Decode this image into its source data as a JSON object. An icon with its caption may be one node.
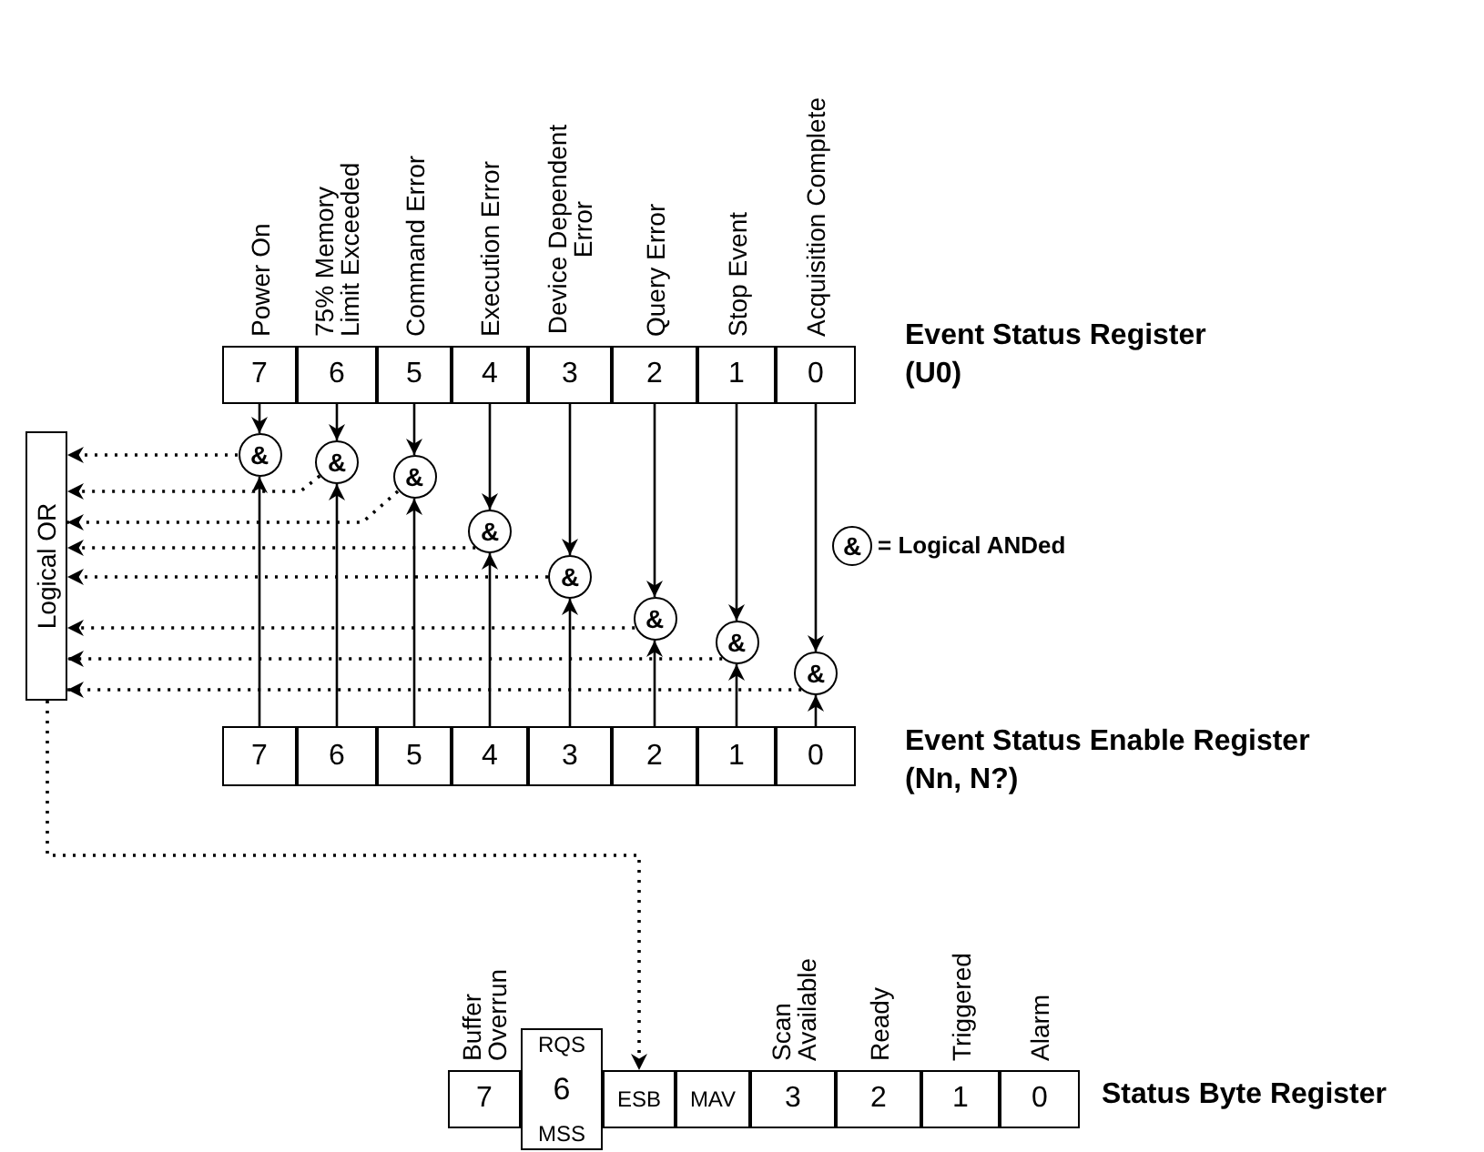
{
  "diagram": {
    "nodes": [
      {
        "text": [
          "7"
        ],
        "beside": [
          "Power On"
        ]
      },
      {
        "text": [
          "6"
        ],
        "beside": [
          "75% Memory Limit Exceeded"
        ]
      },
      {
        "text": [
          "5"
        ],
        "beside": [
          "Command Error"
        ]
      },
      {
        "text": [
          "4"
        ],
        "beside": [
          "Execution Error"
        ]
      },
      {
        "text": [
          "3"
        ],
        "beside": [
          "Device Dependent Error"
        ]
      },
      {
        "text": [
          "2"
        ],
        "beside": [
          "Query Error"
        ]
      },
      {
        "text": [
          "1"
        ],
        "beside": [
          "Stop Event"
        ]
      },
      {
        "text": [
          "0"
        ],
        "beside": [
          "Acquisition Complete"
        ]
      },
      {
        "text": [
          "&"
        ]
      },
      {
        "text": [
          "&"
        ]
      },
      {
        "text": [
          "&"
        ]
      },
      {
        "text": [
          "&"
        ]
      },
      {
        "text": [
          "&"
        ]
      },
      {
        "text": [
          "&"
        ]
      },
      {
        "text": [
          "&"
        ]
      },
      {
        "text": [
          "&"
        ]
      },
      {
        "text": [
          "Logical OR"
        ]
      },
      {
        "text": [
          "7"
        ]
      },
      {
        "text": [
          "6"
        ]
      },
      {
        "text": [
          "5"
        ]
      },
      {
        "text": [
          "4"
        ]
      },
      {
        "text": [
          "3"
        ]
      },
      {
        "text": [
          "2"
        ]
      },
      {
        "text": [
          "1"
        ]
      },
      {
        "text": [
          "0"
        ]
      },
      {
        "text": [
          "7"
        ],
        "beside": [
          "Buffer Overrun"
        ]
      },
      {
        "text": [
          "RQS",
          "6",
          "MSS"
        ]
      },
      {
        "text": [
          "ESB"
        ]
      },
      {
        "text": [
          "MAV"
        ]
      },
      {
        "text": [
          "3"
        ],
        "beside": [
          "Scan Available"
        ]
      },
      {
        "text": [
          "2"
        ],
        "beside": [
          "Ready"
        ]
      },
      {
        "text": [
          "1"
        ],
        "beside": [
          "Triggered"
        ]
      },
      {
        "text": [
          "0"
        ],
        "beside": [
          "Alarm"
        ]
      },
      {
        "text": [
          "&"
        ],
        "beside": [
          "= Logical ANDed"
        ]
      }
    ],
    "edges": [
      {
        "from": 0,
        "to": 8,
        "arrow": "to"
      },
      {
        "from": 1,
        "to": 9,
        "arrow": "to"
      },
      {
        "from": 2,
        "to": 10,
        "arrow": "to"
      },
      {
        "from": 3,
        "to": 11,
        "arrow": "to"
      },
      {
        "from": 4,
        "to": 12,
        "arrow": "to"
      },
      {
        "from": 5,
        "to": 13,
        "arrow": "to"
      },
      {
        "from": 6,
        "to": 14,
        "arrow": "to"
      },
      {
        "from": 7,
        "to": 15,
        "arrow": "to"
      },
      {
        "from": 17,
        "to": 8,
        "arrow": "to"
      },
      {
        "from": 18,
        "to": 9,
        "arrow": "to"
      },
      {
        "from": 19,
        "to": 10,
        "arrow": "to"
      },
      {
        "from": 20,
        "to": 11,
        "arrow": "to"
      },
      {
        "from": 21,
        "to": 12,
        "arrow": "to"
      },
      {
        "from": 22,
        "to": 13,
        "arrow": "to"
      },
      {
        "from": 23,
        "to": 14,
        "arrow": "to"
      },
      {
        "from": 24,
        "to": 15,
        "arrow": "to"
      },
      {
        "from": 8,
        "to": 16,
        "arrow": "to",
        "style": "dashed"
      },
      {
        "from": 9,
        "to": 16,
        "arrow": "to",
        "style": "dashed"
      },
      {
        "from": 10,
        "to": 16,
        "arrow": "to",
        "style": "dashed"
      },
      {
        "from": 11,
        "to": 16,
        "arrow": "to",
        "style": "dashed"
      },
      {
        "from": 12,
        "to": 16,
        "arrow": "to",
        "style": "dashed"
      },
      {
        "from": 13,
        "to": 16,
        "arrow": "to",
        "style": "dashed"
      },
      {
        "from": 14,
        "to": 16,
        "arrow": "to",
        "style": "dashed"
      },
      {
        "from": 15,
        "to": 16,
        "arrow": "to",
        "style": "dashed"
      },
      {
        "from": 16,
        "to": 27,
        "arrow": "to",
        "style": "dashed"
      }
    ],
    "labels": [
      "Event Status Register (U0)",
      "Event Status Enable Register (Nn, N?)",
      "Status Byte Register"
    ]
  }
}
